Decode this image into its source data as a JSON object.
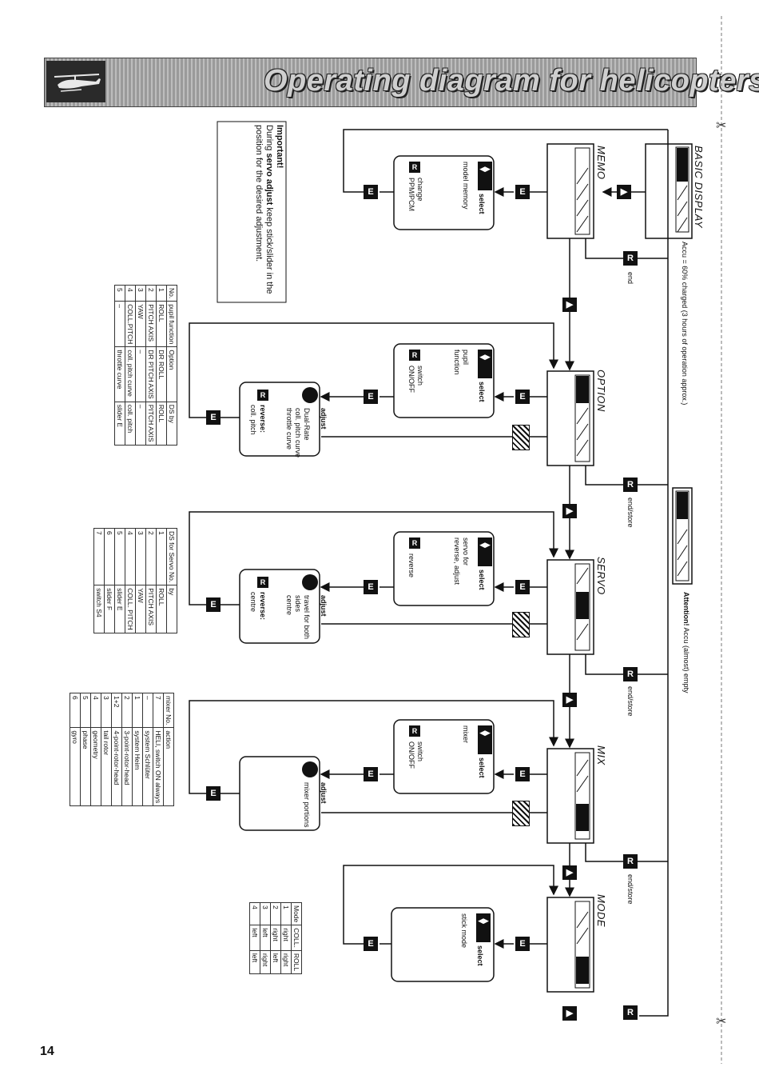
{
  "title": "Operating diagram for helicopters",
  "page_number": "14",
  "icons": [
    "helicopter-icon",
    "scissors-icon",
    "arrow-down-key-icon",
    "e-key-icon",
    "r-key-icon",
    "select-keys-icon",
    "adjust-knob-icon",
    "cursor-keys-icon"
  ],
  "keys": {
    "e": "E",
    "r": "R",
    "arrow": "▶"
  },
  "basic_display": {
    "label": "BASIC DISPLAY",
    "accu_note": "Accu = 60% charged (3 hours of operation approx.)",
    "attention_bold": "Attention!",
    "attention_text": "Accu (almost) empty"
  },
  "important": {
    "heading": "Important!",
    "text_prefix": "During ",
    "text_bold": "servo adjust",
    "text_suffix": " keep stick/slider in the position for the desired adjustment."
  },
  "sections": {
    "memo": {
      "label": "MEMO",
      "select": "select",
      "select_desc": "model memory",
      "r_desc_1": "change",
      "r_desc_2": "PPM/PCM",
      "exit": "end"
    },
    "option": {
      "label": "OPTION",
      "select": "select",
      "select_desc_1": "pupil",
      "select_desc_2": "function",
      "r_desc_1": "switch",
      "r_desc_2": "ON/OFF",
      "adjust": "adjust",
      "adjust_desc_1": "Dual-Rate",
      "adjust_desc_2": "coll. pitch curve",
      "adjust_desc_3": "throttle curve",
      "reverse": "reverse:",
      "reverse_desc": "coll. pitch",
      "exit": "end/store"
    },
    "servo": {
      "label": "SERVO",
      "select": "select",
      "select_desc_1": "servo for",
      "select_desc_2": "reverse, adjust",
      "r_desc": "reverse",
      "adjust": "adjust",
      "adjust_desc_1": "travel for both",
      "adjust_desc_2": "sides",
      "adjust_desc_3": "centre",
      "reverse": "reverse:",
      "reverse_desc": "centre",
      "exit": "end/store"
    },
    "mix": {
      "label": "MIX",
      "select": "select",
      "select_desc": "mixer",
      "r_desc_1": "switch",
      "r_desc_2": "ON/OFF",
      "adjust": "adjust",
      "adjust_desc": "mixer portions",
      "exit": "end/store"
    },
    "mode": {
      "label": "MODE",
      "select": "select",
      "select_desc": "stick mode"
    }
  },
  "pupil_table": {
    "headers": [
      "No.",
      "pupil function",
      "Option",
      "DS by"
    ],
    "rows": [
      [
        "1",
        "ROLL",
        "DR ROLL",
        "ROLL"
      ],
      [
        "2",
        "PITCH AXIS",
        "DR PITCH AXIS",
        "PITCH AXIS"
      ],
      [
        "3",
        "YAW",
        "–",
        "–"
      ],
      [
        "4",
        "COLL.PITCH",
        "coll. pitch curve",
        "coll. pitch"
      ],
      [
        "5",
        "–",
        "throttle curve",
        "slider E"
      ]
    ]
  },
  "servo_table": {
    "headers": [
      "DS for Servo No.",
      "by"
    ],
    "rows": [
      [
        "1",
        "ROLL"
      ],
      [
        "2",
        "PITCH AXIS"
      ],
      [
        "3",
        "YAW"
      ],
      [
        "4",
        "COLL. PITCH"
      ],
      [
        "5",
        "slider E"
      ],
      [
        "6",
        "slider F"
      ],
      [
        "7",
        "switch S4"
      ]
    ]
  },
  "mixer_table": {
    "headers": [
      "mixer No.",
      "action"
    ],
    "rows": [
      [
        "7",
        "HELI, switch ON always"
      ],
      [
        "–",
        "system Schlüter"
      ],
      [
        "1",
        "system Heim"
      ],
      [
        "2",
        "3-point-rotor-head"
      ],
      [
        "1+2",
        "4-point-rotor-head"
      ],
      [
        "3",
        "tail rotor"
      ],
      [
        "4",
        "geometry"
      ],
      [
        "5",
        "phase"
      ],
      [
        "6",
        "gyro"
      ]
    ]
  },
  "mode_table": {
    "headers": [
      "Mode",
      "COLL.",
      "ROLL"
    ],
    "rows": [
      [
        "1",
        "right",
        "right"
      ],
      [
        "2",
        "right",
        "left"
      ],
      [
        "3",
        "left",
        "right"
      ],
      [
        "4",
        "left",
        "left"
      ]
    ]
  }
}
